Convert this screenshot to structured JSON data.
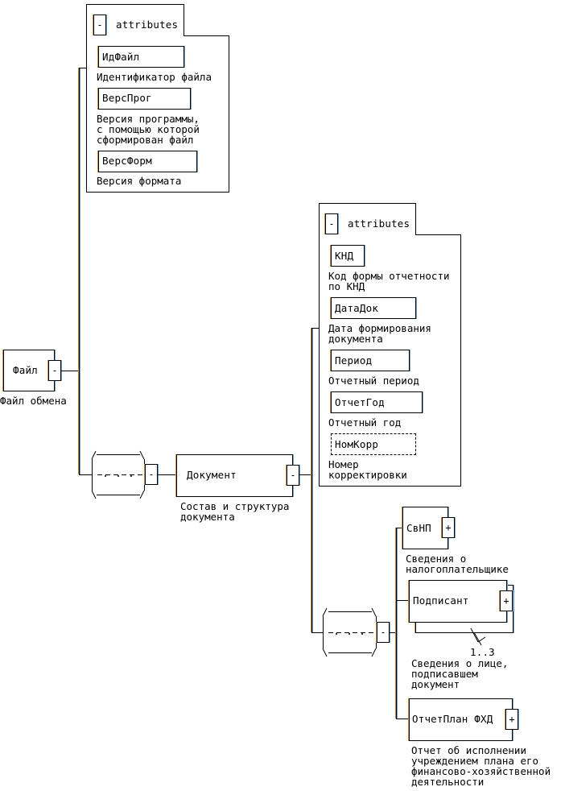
{
  "root": {
    "name": "Файл",
    "description": "Файл обмена",
    "toggle": "-"
  },
  "root_attributes": {
    "header": "attributes",
    "toggle": "-",
    "items": [
      {
        "name": "ИдФайл",
        "description": "Идентификатор файла"
      },
      {
        "name": "ВерсПрог",
        "description": "Версия программы,\nс помощью которой\nсформирован файл"
      },
      {
        "name": "ВерсФорм",
        "description": "Версия формата"
      }
    ]
  },
  "sequence_1": {
    "toggle": "-",
    "symbol": "-.-.-.-"
  },
  "document": {
    "name": "Документ",
    "description": "Состав и структура\nдокумента",
    "toggle": "-"
  },
  "document_attributes": {
    "header": "attributes",
    "toggle": "-",
    "items": [
      {
        "name": "КНД",
        "description": "Код формы отчетности\nпо КНД",
        "optional": false
      },
      {
        "name": "ДатаДок",
        "description": "Дата формирования\nдокумента",
        "optional": false
      },
      {
        "name": "Период",
        "description": "Отчетный период",
        "optional": false
      },
      {
        "name": "ОтчетГод",
        "description": "Отчетный год",
        "optional": false
      },
      {
        "name": "НомКорр",
        "description": "Номер\nкорректировки",
        "optional": true
      }
    ]
  },
  "sequence_2": {
    "toggle": "-",
    "symbol": "-.-.-.-"
  },
  "children": [
    {
      "name": "СвНП",
      "description": "Сведения о\nналогоплательщике",
      "toggle": "+"
    },
    {
      "name": "Подписант",
      "description": "Сведения о лице,\nподписавшем\nдокумент",
      "toggle": "+",
      "cardinality": "1..3"
    },
    {
      "name": "ОтчетПлан ФХД",
      "description": "Отчет об исполнении\nучреждением плана его\nфинансово-хозяйственной\nдеятельности",
      "toggle": "+"
    }
  ],
  "colors": {
    "line": "#000000",
    "shadow_left": "#c8903c",
    "shadow_right": "#6fa0c8",
    "background": "#ffffff"
  }
}
